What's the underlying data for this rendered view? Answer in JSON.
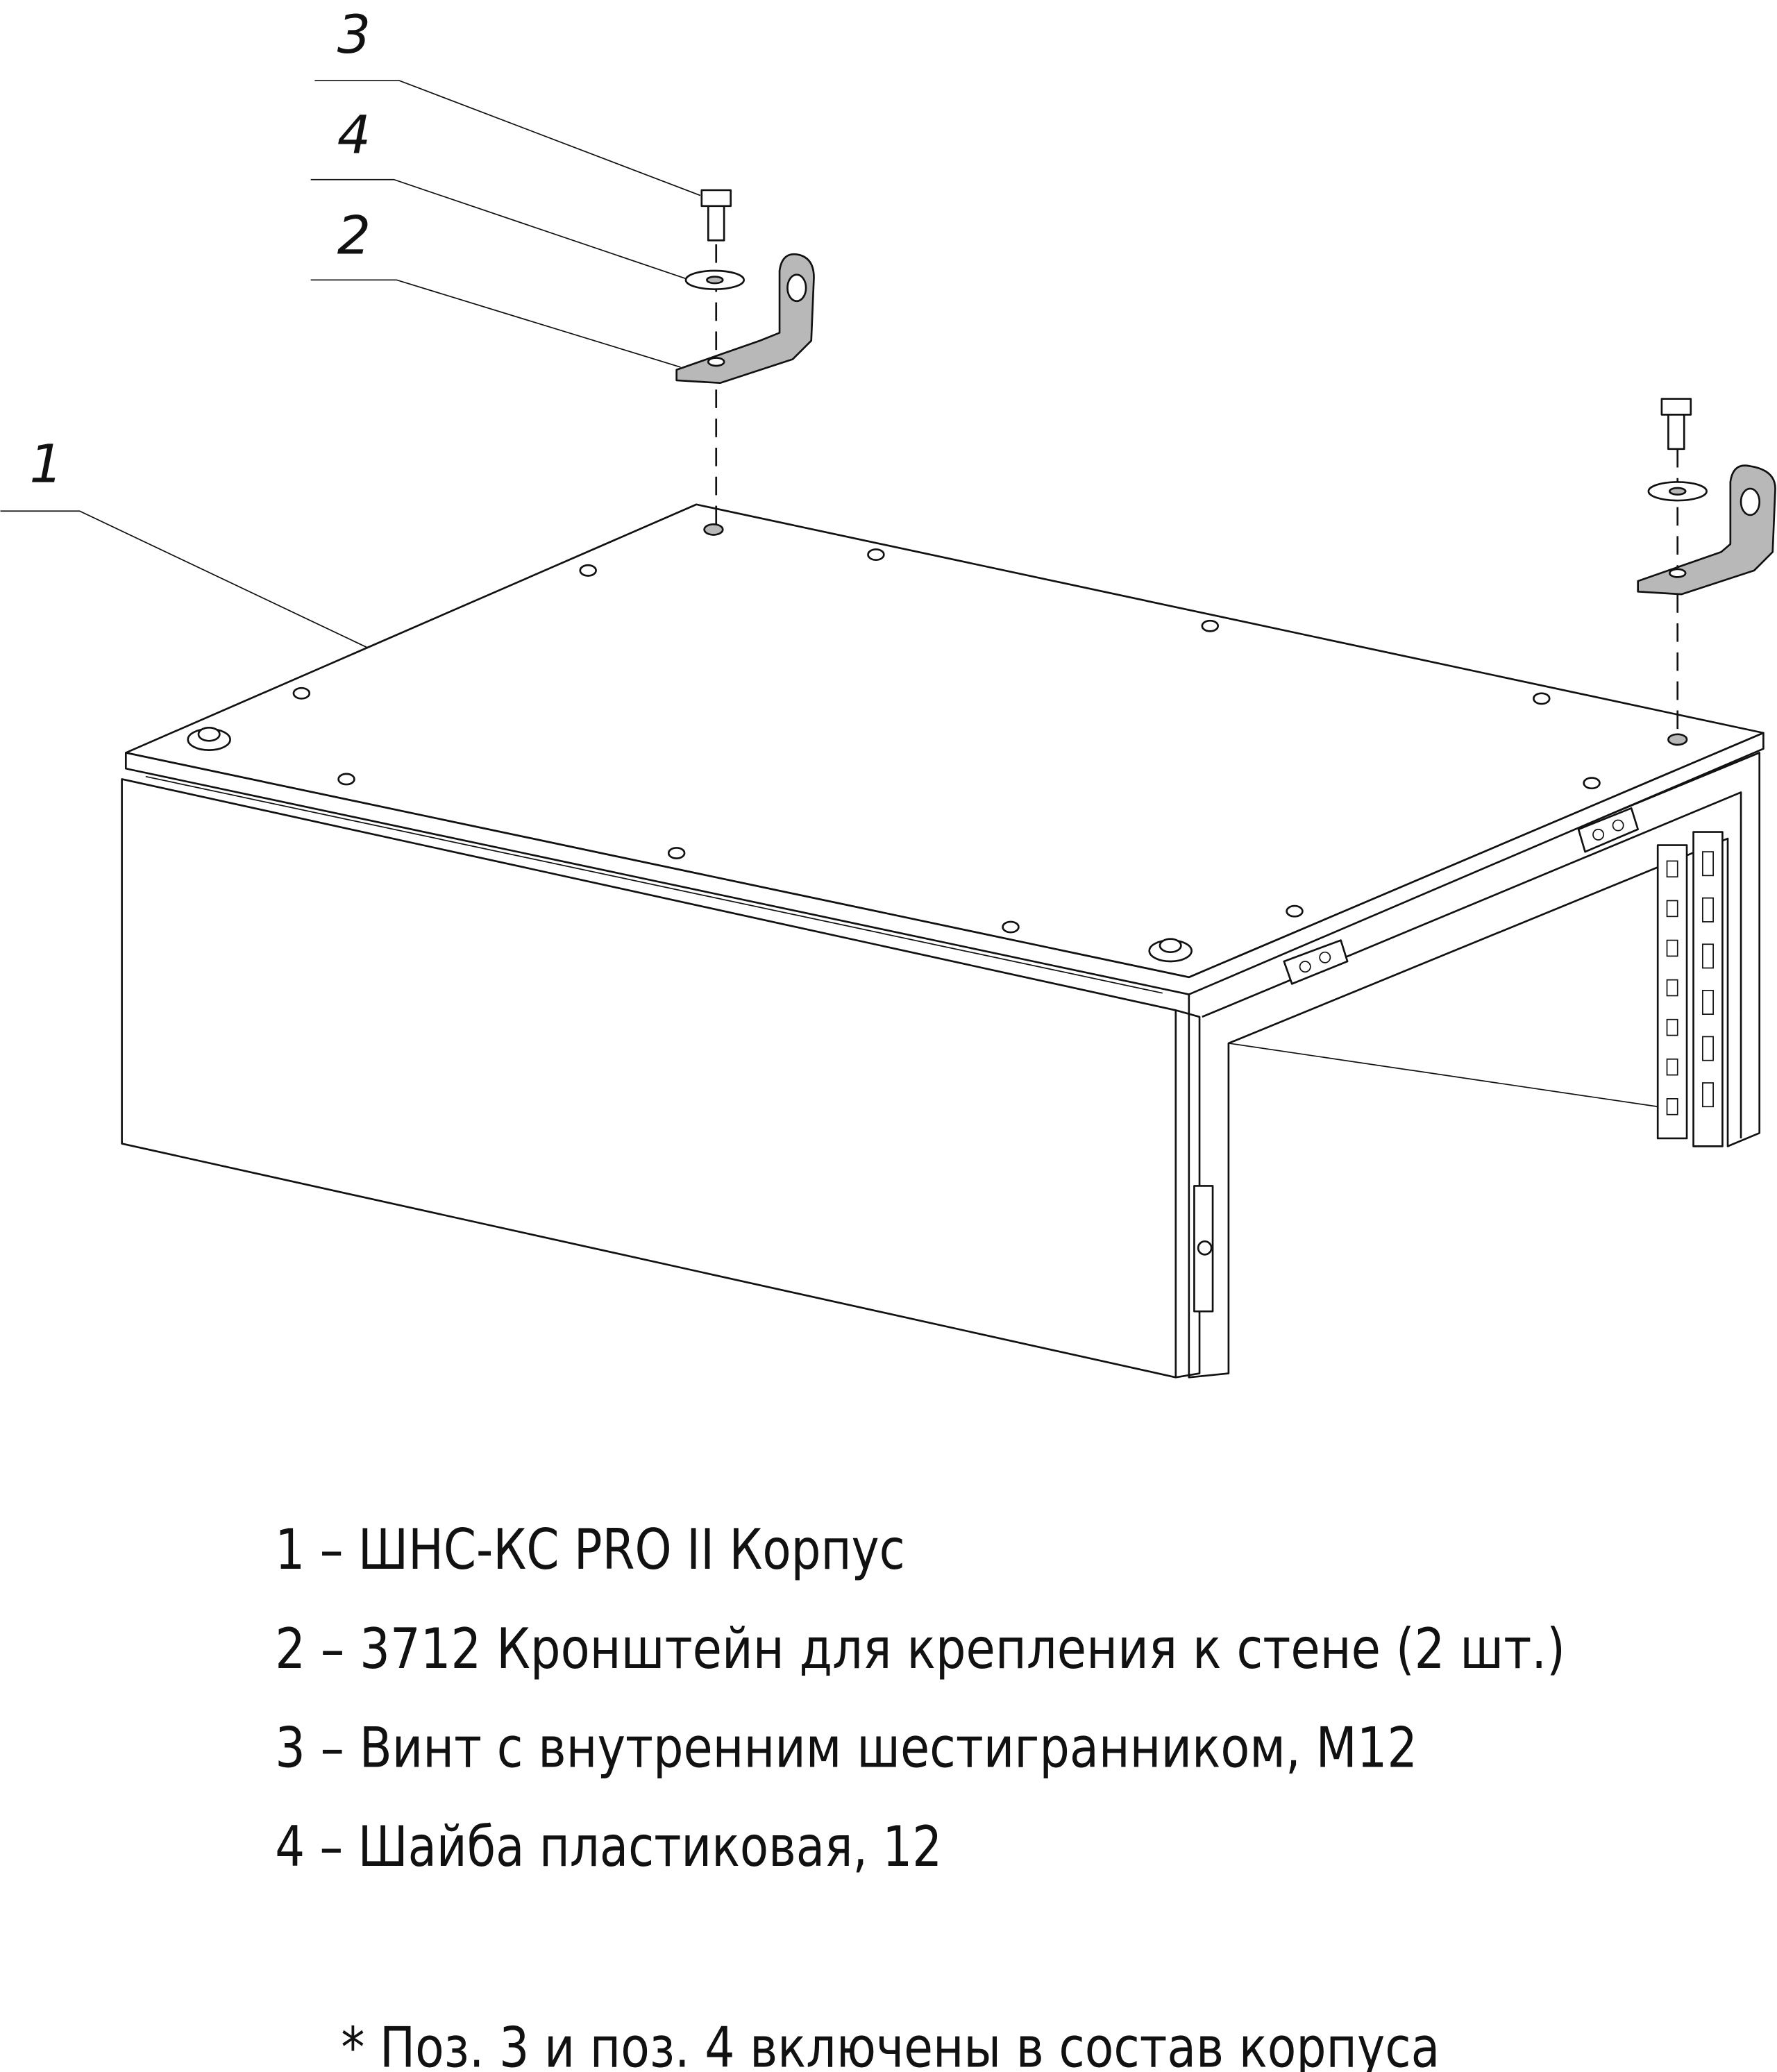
{
  "callouts": [
    {
      "number": "3"
    },
    {
      "number": "4"
    },
    {
      "number": "2"
    },
    {
      "number": "1"
    }
  ],
  "legend": [
    "1 – ШНС-КС PRO II Корпус",
    "2 – 3712 Кронштейн для крепления к стене (2 шт.)",
    "3 – Винт с внутренним шестигранником, М12",
    "4 – Шайба пластиковая, 12"
  ],
  "footnote": "* Поз. 3 и поз. 4 включены в состав корпуса"
}
